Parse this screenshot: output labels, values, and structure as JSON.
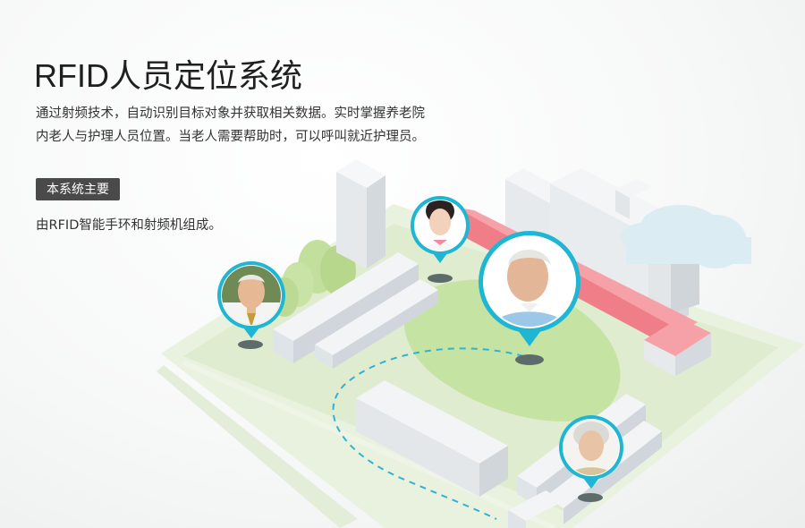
{
  "header": {
    "title": "RFID人员定位系统"
  },
  "intro": {
    "line1": "通过射频技术，自动识别目标对象并获取相关数据。实时掌握养老院",
    "line2": "内老人与护理人员位置。当老人需要帮助时，可以呼叫就近护理员。"
  },
  "features": {
    "tag_label": "本系统主要",
    "composition_text": "由RFID智能手环和射频机组成。"
  },
  "markers": [
    {
      "name": "elderly-man-left",
      "icon": "elderly-man-avatar"
    },
    {
      "name": "nurse-top",
      "icon": "nurse-avatar"
    },
    {
      "name": "elderly-man-center",
      "icon": "elderly-man-avatar"
    },
    {
      "name": "elderly-woman-bottom",
      "icon": "elderly-woman-avatar"
    }
  ],
  "colors": {
    "marker_ring": "#1fb6d3",
    "route_highlight": "#f27e8a",
    "lawn": "#c9e4a5",
    "ground": "#e4f0d6",
    "building": "#e8ecef",
    "tag_bg": "#4a4a4a"
  }
}
